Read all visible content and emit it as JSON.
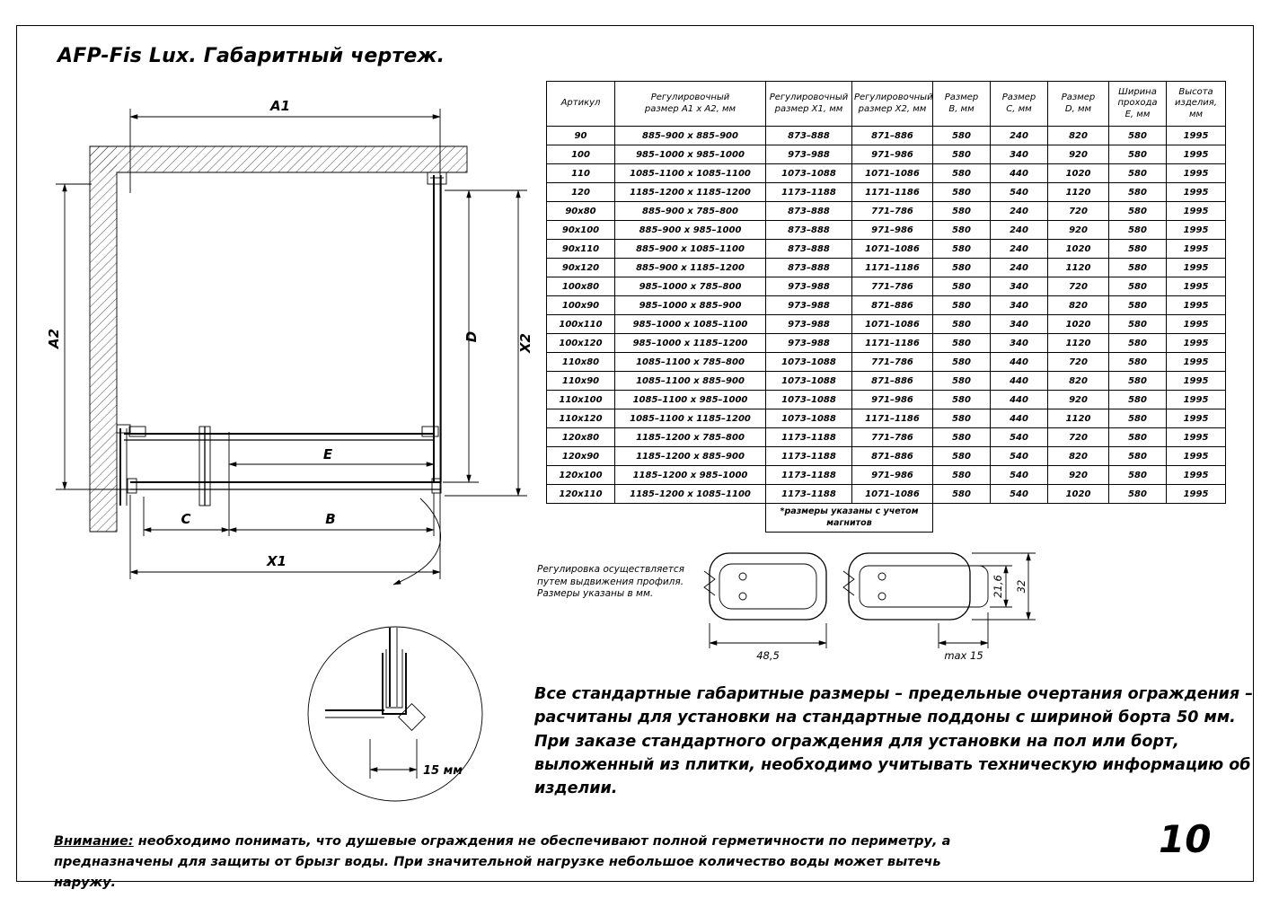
{
  "page": {
    "title": "AFP-Fis Lux. Габаритный чертеж.",
    "page_number": "10"
  },
  "drawing": {
    "dims": {
      "a1": "A1",
      "a2": "A2",
      "x1": "X1",
      "x2": "X2",
      "b": "B",
      "c": "C",
      "d": "D",
      "e": "E"
    },
    "detail_dimension": "15 мм",
    "adjustment_note": "Регулировка осуществляется\nпутем выдвижения профиля.\nРазмеры указаны в мм.",
    "profiles": {
      "width": "48,5",
      "max_extension": "max 15",
      "inner_height": "21,6",
      "outer_height": "32"
    }
  },
  "table": {
    "headers": [
      "Артикул",
      "Регулировочный\nразмер A1 x A2, мм",
      "Регулировочный\nразмер X1, мм",
      "Регулировочный\nразмер X2, мм",
      "Размер\nB, мм",
      "Размер\nC, мм",
      "Размер\nD, мм",
      "Ширина\nпрохода\nЕ, мм",
      "Высота\nизделия,\nмм"
    ],
    "rows": [
      [
        "90",
        "885–900 x 885–900",
        "873–888",
        "871–886",
        "580",
        "240",
        "820",
        "580",
        "1995"
      ],
      [
        "100",
        "985–1000 x 985–1000",
        "973–988",
        "971–986",
        "580",
        "340",
        "920",
        "580",
        "1995"
      ],
      [
        "110",
        "1085–1100 x 1085–1100",
        "1073–1088",
        "1071–1086",
        "580",
        "440",
        "1020",
        "580",
        "1995"
      ],
      [
        "120",
        "1185–1200 x 1185–1200",
        "1173–1188",
        "1171–1186",
        "580",
        "540",
        "1120",
        "580",
        "1995"
      ],
      [
        "90x80",
        "885–900 x 785–800",
        "873–888",
        "771–786",
        "580",
        "240",
        "720",
        "580",
        "1995"
      ],
      [
        "90x100",
        "885–900 x 985–1000",
        "873–888",
        "971–986",
        "580",
        "240",
        "920",
        "580",
        "1995"
      ],
      [
        "90x110",
        "885–900 x 1085–1100",
        "873–888",
        "1071–1086",
        "580",
        "240",
        "1020",
        "580",
        "1995"
      ],
      [
        "90x120",
        "885–900 x 1185–1200",
        "873–888",
        "1171–1186",
        "580",
        "240",
        "1120",
        "580",
        "1995"
      ],
      [
        "100x80",
        "985–1000 x 785–800",
        "973–988",
        "771–786",
        "580",
        "340",
        "720",
        "580",
        "1995"
      ],
      [
        "100x90",
        "985–1000 x 885–900",
        "973–988",
        "871–886",
        "580",
        "340",
        "820",
        "580",
        "1995"
      ],
      [
        "100x110",
        "985–1000 x 1085–1100",
        "973–988",
        "1071–1086",
        "580",
        "340",
        "1020",
        "580",
        "1995"
      ],
      [
        "100x120",
        "985–1000 x 1185–1200",
        "973–988",
        "1171–1186",
        "580",
        "340",
        "1120",
        "580",
        "1995"
      ],
      [
        "110x80",
        "1085–1100 x 785–800",
        "1073–1088",
        "771–786",
        "580",
        "440",
        "720",
        "580",
        "1995"
      ],
      [
        "110x90",
        "1085–1100 x 885–900",
        "1073–1088",
        "871–886",
        "580",
        "440",
        "820",
        "580",
        "1995"
      ],
      [
        "110x100",
        "1085–1100 x 985–1000",
        "1073–1088",
        "971–986",
        "580",
        "440",
        "920",
        "580",
        "1995"
      ],
      [
        "110x120",
        "1085–1100 x 1185–1200",
        "1073–1088",
        "1171–1186",
        "580",
        "440",
        "1120",
        "580",
        "1995"
      ],
      [
        "120x80",
        "1185–1200 x 785–800",
        "1173–1188",
        "771–786",
        "580",
        "540",
        "720",
        "580",
        "1995"
      ],
      [
        "120x90",
        "1185–1200 x 885–900",
        "1173–1188",
        "871–886",
        "580",
        "540",
        "820",
        "580",
        "1995"
      ],
      [
        "120x100",
        "1185–1200 x 985–1000",
        "1173–1188",
        "971–986",
        "580",
        "540",
        "920",
        "580",
        "1995"
      ],
      [
        "120x110",
        "1185–1200 x 1085–1100",
        "1173–1188",
        "1071–1086",
        "580",
        "540",
        "1020",
        "580",
        "1995"
      ]
    ],
    "footnote": "*размеры указаны с учетом\nмагнитов"
  },
  "notes": {
    "standard_text": "Все стандартные габаритные размеры – предельные очертания ограждения – расчитаны для установки на стандартные поддоны с шириной борта 50 мм. При заказе стандартного ограждения для установки на пол или борт, выложенный из плитки, необходимо учитывать техническую информацию об изделии.",
    "warning_label": "Внимание:",
    "warning_text": "необходимо понимать, что душевые ограждения не обеспечивают полной герметичности по периметру, а предназначены для защиты от брызг воды. При значительной нагрузке небольшое количество воды может вытечь наружу."
  }
}
